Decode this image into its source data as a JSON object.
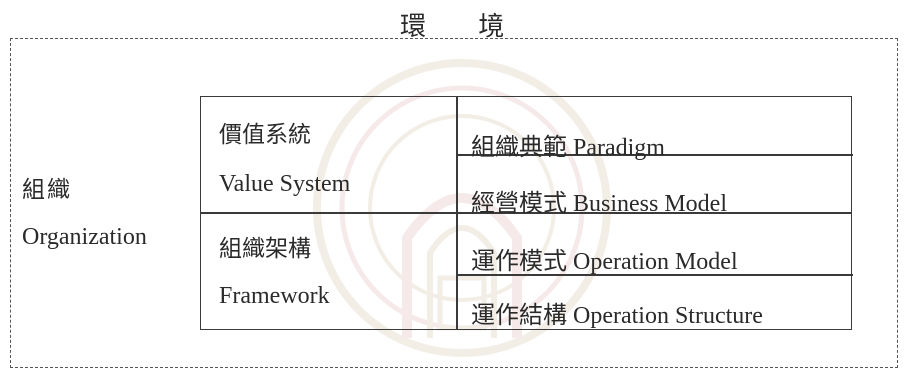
{
  "environment": {
    "title": "環 境"
  },
  "organization": {
    "label_zh": "組織",
    "label_en": "Organization"
  },
  "left_column": {
    "value_system_zh": "價值系統",
    "value_system_en": "Value System",
    "framework_zh": "組織架構",
    "framework_en": "Framework"
  },
  "right_column": [
    "組織典範 Paradigm",
    "經營模式 Business Model",
    "運作模式 Operation Model",
    "運作結構 Operation Structure"
  ]
}
